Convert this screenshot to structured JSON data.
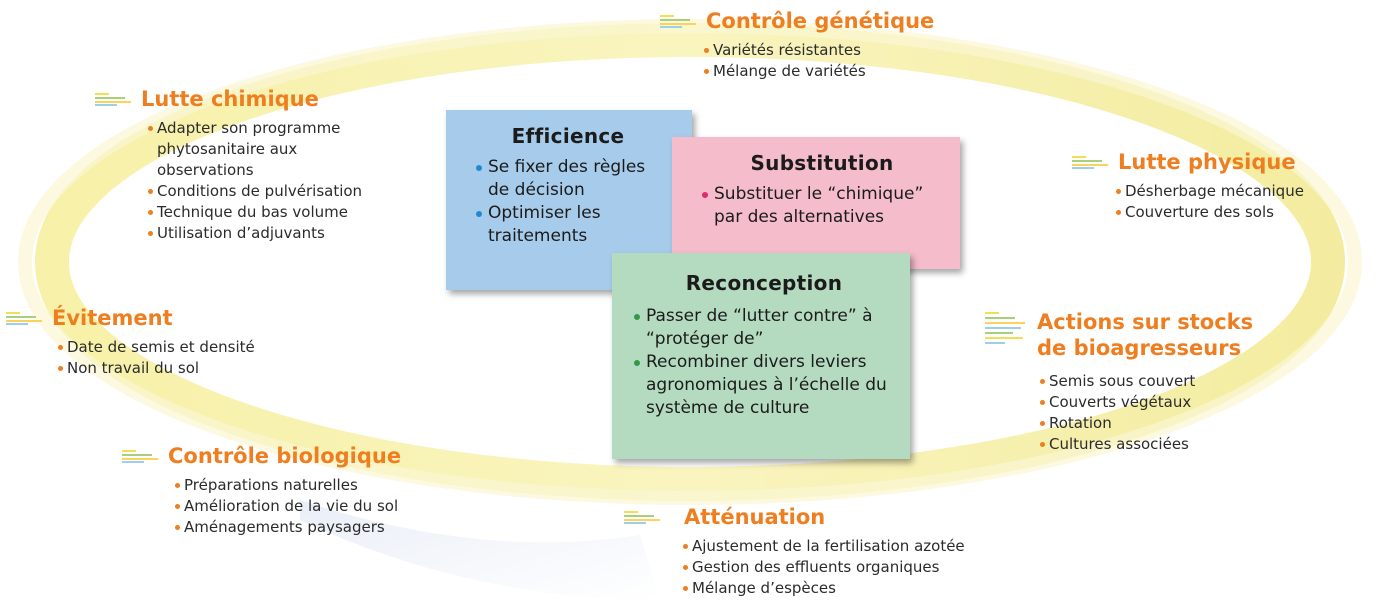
{
  "colors": {
    "accent": "#ee7e1f",
    "ring": "#f3ec9c",
    "card_blue": "#a7cbea",
    "card_pink": "#f5bccb",
    "card_green": "#b4dbc0"
  },
  "groups": {
    "controle_genetique": {
      "title": "Contrôle génétique",
      "items": [
        "Variétés résistantes",
        "Mélange de variétés"
      ]
    },
    "lutte_chimique": {
      "title": "Lutte chimique",
      "items": [
        "Adapter son programme",
        "phytosanitaire aux",
        "observations",
        "Conditions de pulvérisation",
        "Technique du bas volume",
        "Utilisation d’adjuvants"
      ]
    },
    "lutte_physique": {
      "title": "Lutte physique",
      "items": [
        "Désherbage mécanique",
        "Couverture des sols"
      ]
    },
    "evitement": {
      "title": "Évitement",
      "items": [
        "Date de semis et densité",
        "Non travail du sol"
      ]
    },
    "actions_stocks": {
      "title_line1": "Actions sur stocks",
      "title_line2": "de bioagresseurs",
      "items": [
        "Semis sous couvert",
        "Couverts végétaux",
        "Rotation",
        "Cultures associées"
      ]
    },
    "controle_biologique": {
      "title": "Contrôle biologique",
      "items": [
        "Préparations naturelles",
        "Amélioration de la vie du sol",
        "Aménagements paysagers"
      ]
    },
    "attenuation": {
      "title": "Atténuation",
      "items": [
        "Ajustement de la fertilisation azotée",
        "Gestion des effluents organiques",
        "Mélange d’espèces"
      ]
    }
  },
  "cards": {
    "efficience": {
      "title": "Efficience",
      "items": [
        "Se fixer des règles de décision",
        "Optimiser les traitements"
      ]
    },
    "substitution": {
      "title": "Substitution",
      "items": [
        "Substituer le “chimique” par des alternatives"
      ]
    },
    "reconception": {
      "title": "Reconception",
      "items": [
        "Passer de “lutter contre” à “protéger de”",
        "Recombiner divers leviers agronomiques à l’échelle du système de culture"
      ]
    }
  }
}
